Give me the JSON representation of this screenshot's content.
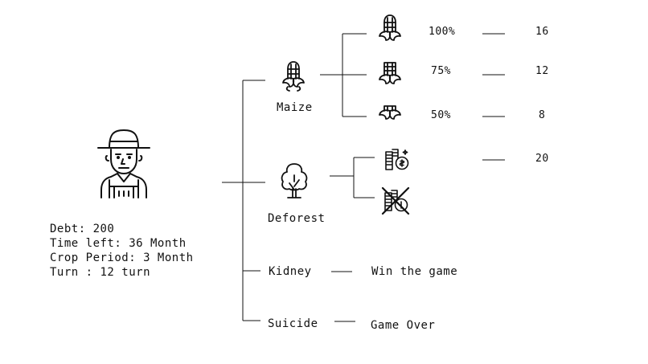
{
  "player": {
    "icon": "farmer-icon",
    "debt": "Debt: 200",
    "time_left": "Time left: 36 Month",
    "crop_period": "Crop Period: 3 Month",
    "turn": "Turn : 12 turn"
  },
  "options": {
    "maize": {
      "label": "Maize",
      "icon": "maize-icon",
      "outcomes": [
        {
          "percent": "100%",
          "value": "16",
          "icon": "maize-full-icon"
        },
        {
          "percent": "75%",
          "value": "12",
          "icon": "maize-partial-icon"
        },
        {
          "percent": "50%",
          "value": "8",
          "icon": "maize-half-icon"
        }
      ]
    },
    "deforest": {
      "label": "Deforest",
      "icon": "tree-icon",
      "outcomes": [
        {
          "value": "20",
          "icon": "coins-icon"
        },
        {
          "icon": "no-coins-icon"
        }
      ]
    },
    "kidney": {
      "label": "Kidney",
      "result": "Win the game"
    },
    "suicide": {
      "label": "Suicide",
      "result": "Game Over"
    }
  },
  "colors": {
    "ink": "#111111",
    "background": "#ffffff"
  }
}
